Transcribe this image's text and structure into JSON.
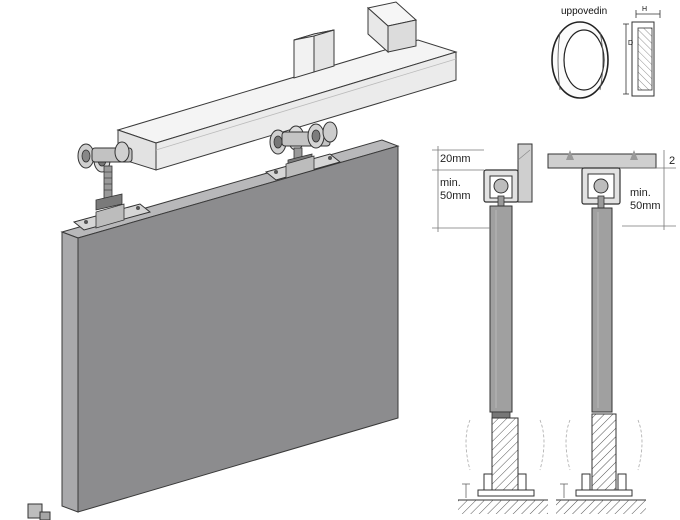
{
  "figure": {
    "inset_title": "uppovedin",
    "left_detail": {
      "top_dimension": "20mm",
      "clearance_line1": "min.",
      "clearance_line2": "50mm"
    },
    "right_detail": {
      "top_dimension": "2",
      "clearance_line1": "min.",
      "clearance_line2": "50mm"
    },
    "inset_small_marks": [
      "H",
      "D"
    ]
  },
  "colors": {
    "door_face": "#8c8c8e",
    "door_edge": "#a9a9ab",
    "rail_fill": "#ececec",
    "line": "#3a3a3a",
    "profile": "#a0a0a0",
    "dimension": "#777777"
  },
  "icons": [
    "door-panel",
    "track-rail",
    "roller-trolley",
    "mounting-bracket",
    "floor-guide",
    "sliding-profile-section",
    "floor-hatching",
    "recessed-pull-handle"
  ]
}
